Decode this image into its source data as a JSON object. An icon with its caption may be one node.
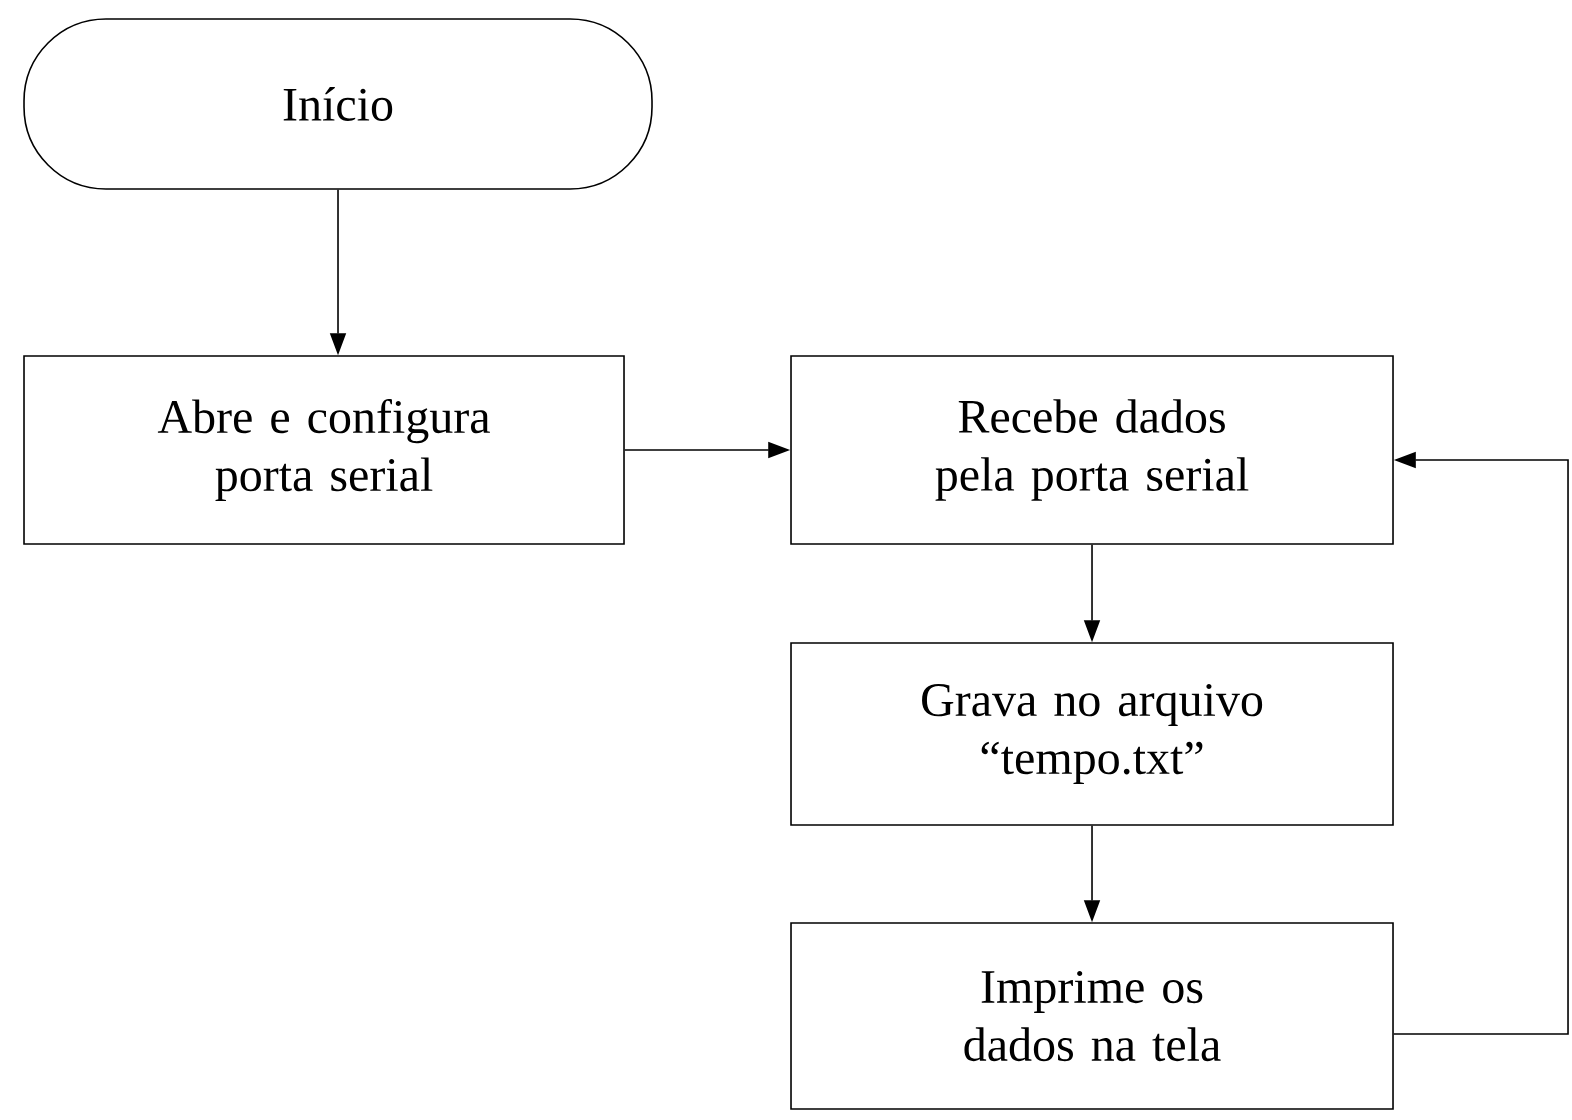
{
  "diagram": {
    "nodes": [
      {
        "text": [
          "Início"
        ]
      },
      {
        "text": [
          "Abre e configura porta serial"
        ]
      },
      {
        "text": [
          "Recebe dados pela porta serial"
        ]
      },
      {
        "text": [
          "Grava no arquivo “tempo.txt”"
        ]
      },
      {
        "text": [
          "Imprime os dados na tela"
        ]
      }
    ],
    "edges": [
      {
        "from": 0,
        "to": 1,
        "arrow": "to"
      },
      {
        "from": 1,
        "to": 2,
        "arrow": "to"
      },
      {
        "from": 2,
        "to": 3,
        "arrow": "to"
      },
      {
        "from": 3,
        "to": 4,
        "arrow": "to"
      },
      {
        "from": 4,
        "to": 2,
        "arrow": "to"
      }
    ]
  }
}
